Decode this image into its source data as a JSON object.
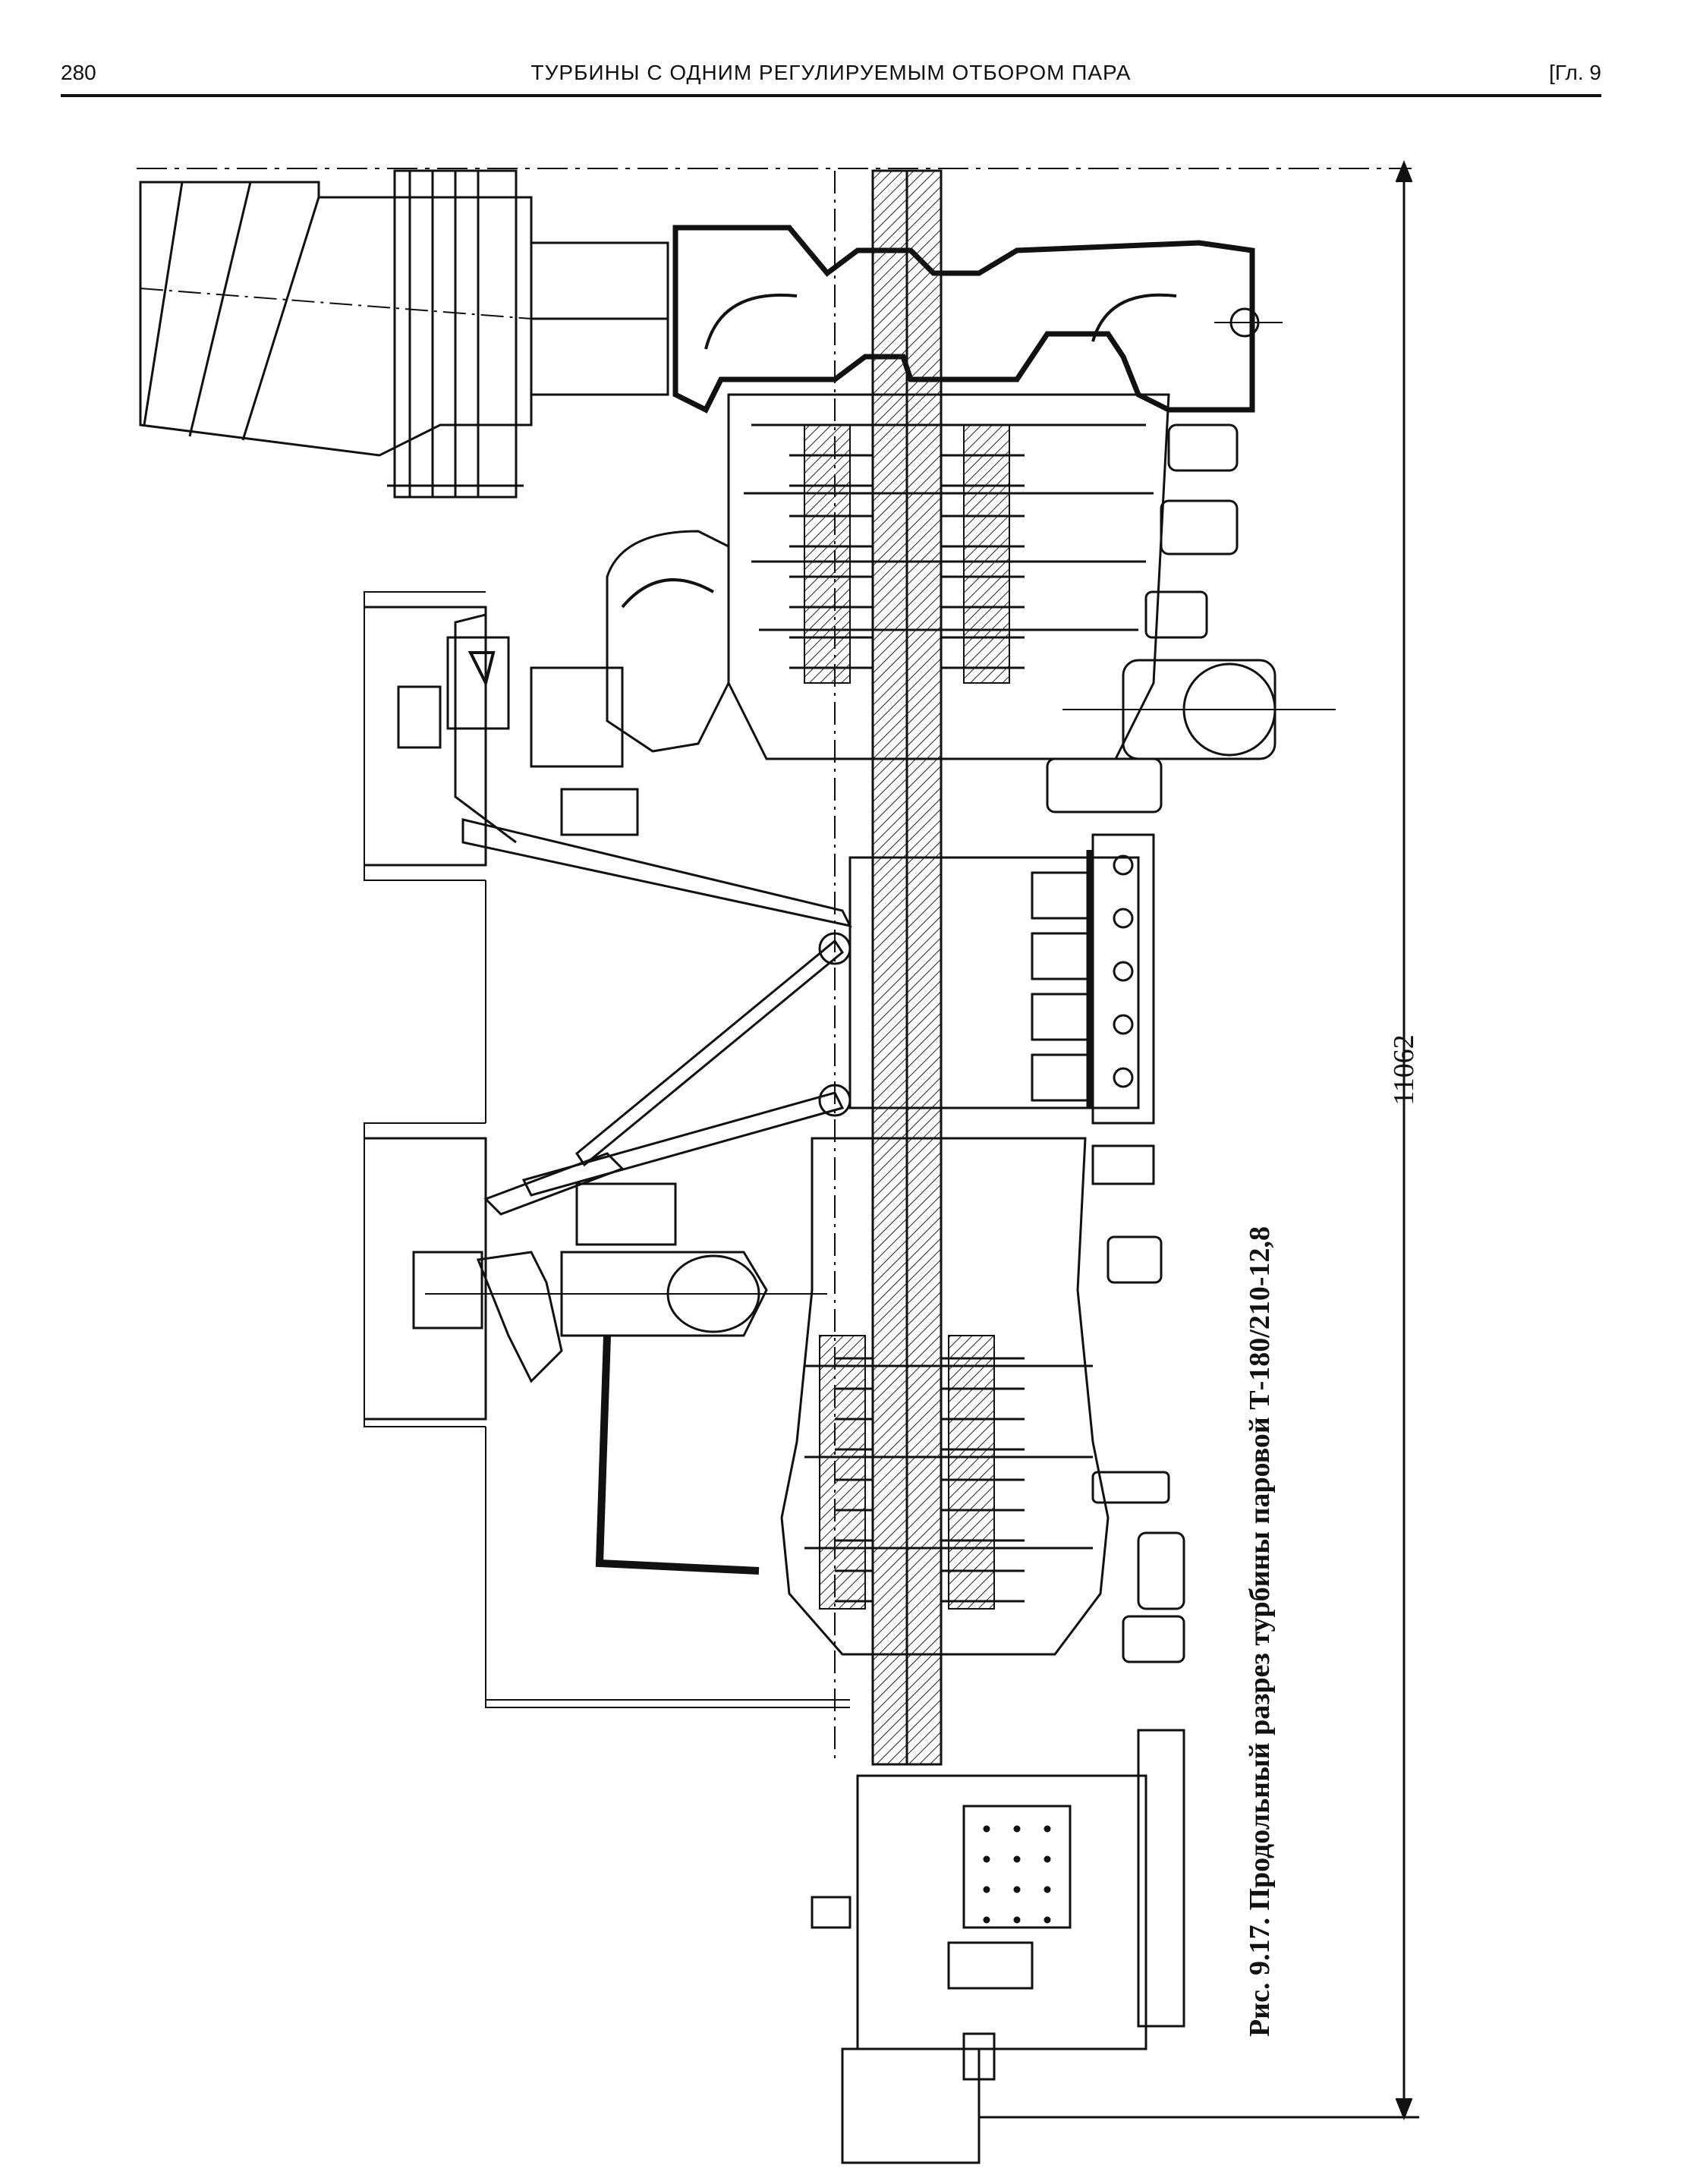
{
  "header": {
    "page_number": "280",
    "running_title": "ТУРБИНЫ С ОДНИМ РЕГУЛИРУЕМЫМ ОТБОРОМ ПАРА",
    "chapter_ref": "[Гл. 9"
  },
  "figure": {
    "dimension_label": "11062",
    "caption": "Рис. 9.17. Продольный разрез турбины паровой Т-180/210-12,8"
  }
}
